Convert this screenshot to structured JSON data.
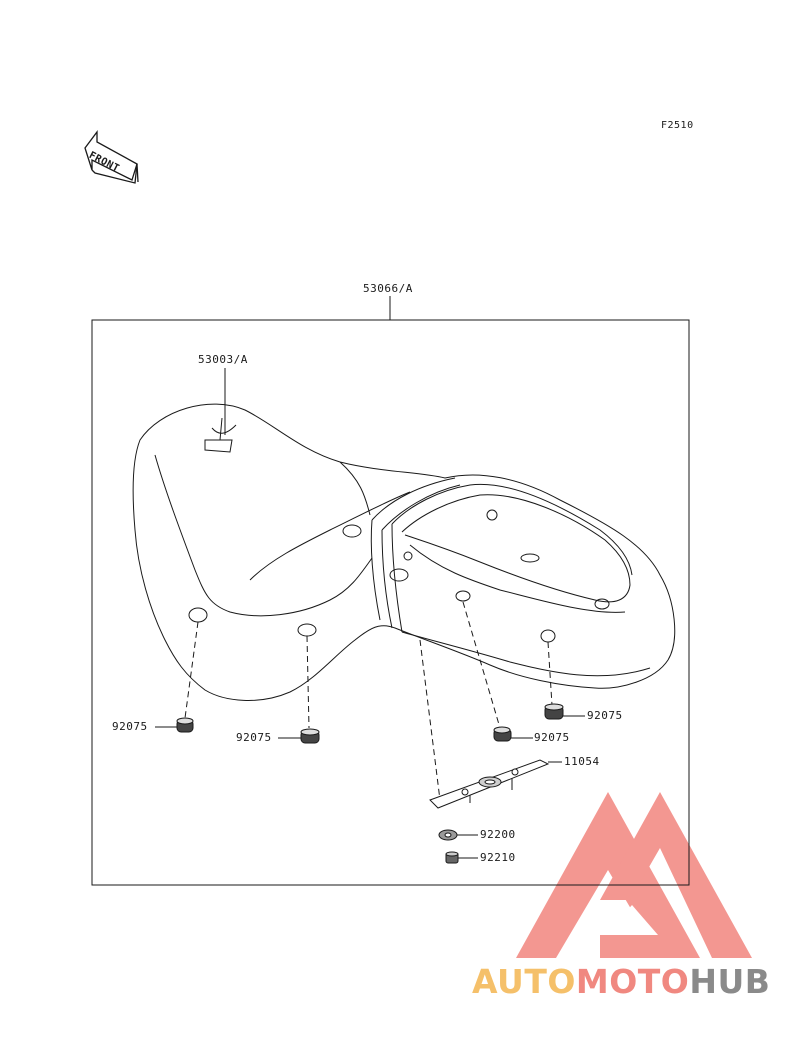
{
  "figure_code": "F2510",
  "front_arrow_text": "FRONT",
  "assembly": {
    "part_number": "53066/A"
  },
  "parts": {
    "seat_cover": "53003/A",
    "damper_left": "92075",
    "damper_mid": "92075",
    "damper_right_low": "92075",
    "damper_right_high": "92075",
    "bracket": "11054",
    "washer": "92200",
    "nut": "92210"
  },
  "watermark": {
    "part1": "AUTO",
    "part2": "MOTO",
    "part3": "HUB",
    "colors": {
      "auto": "#f5c06a",
      "moto": "#f08880",
      "hub": "#8a8a8a",
      "triangle": "#f2857e"
    }
  },
  "colors": {
    "line": "#1a1a1a"
  }
}
